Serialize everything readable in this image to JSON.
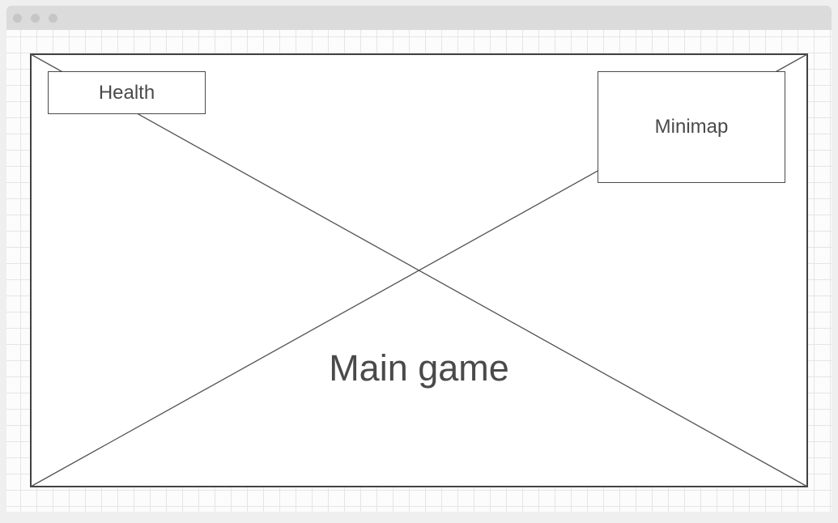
{
  "window": {
    "titlebar": {
      "dots": [
        "window-dot",
        "window-dot",
        "window-dot"
      ]
    }
  },
  "wireframe": {
    "main_game": {
      "label": "Main game"
    },
    "health": {
      "label": "Health"
    },
    "minimap": {
      "label": "Minimap"
    }
  },
  "colors": {
    "page_background": "#efefef",
    "titlebar_background": "#dbdbdb",
    "titlebar_dot": "#c6c6c6",
    "canvas_background": "#fcfcfc",
    "grid_line": "#e5e5e5",
    "shape_stroke": "#4a4a4a",
    "shape_fill": "#ffffff",
    "label_text": "#4a4a4a"
  }
}
